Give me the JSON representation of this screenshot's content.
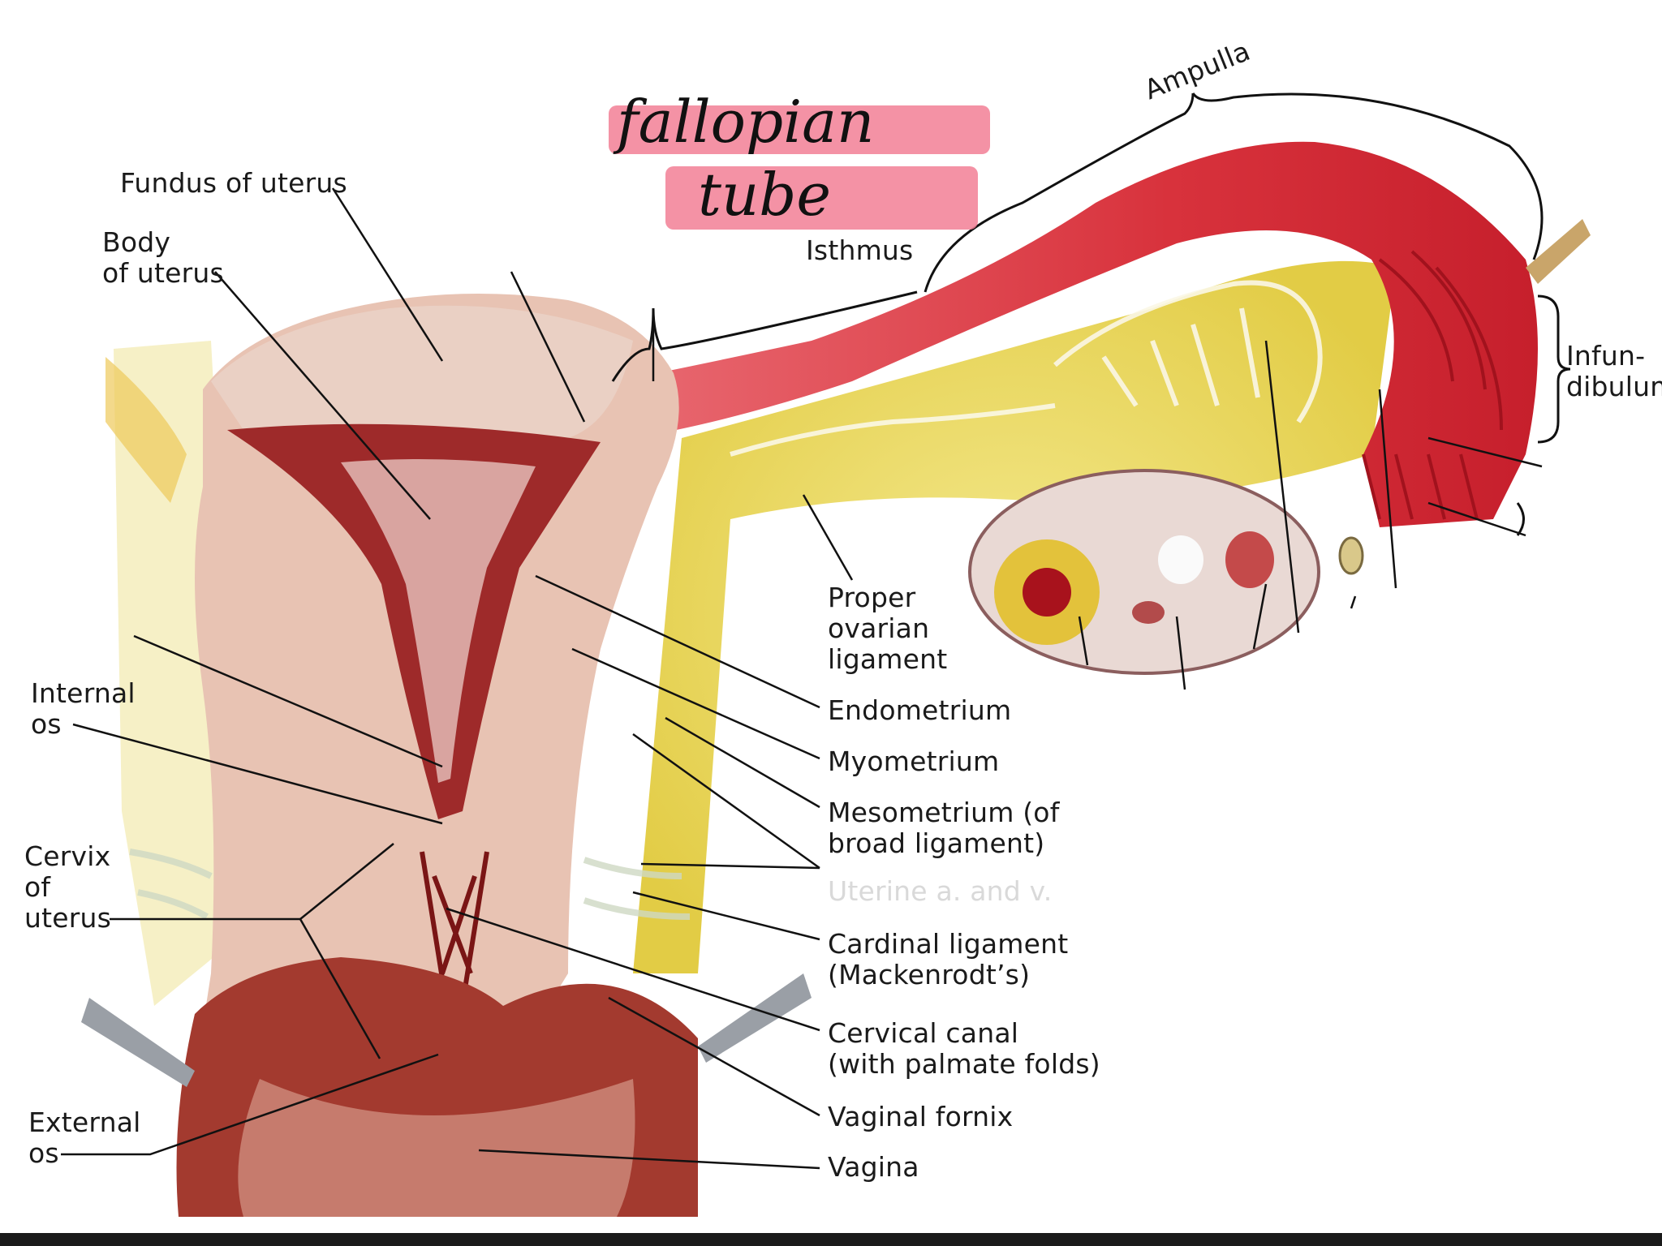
{
  "annotation": {
    "line1": "fallopian",
    "line2": "tube",
    "highlight_color": "#f27f95"
  },
  "labels": {
    "fundus": "Fundus of uterus",
    "body": "Body\nof uterus",
    "isthmus": "Isthmus",
    "ampulla": "Ampulla",
    "infundibulum": "Infun-\ndibulum",
    "proper_ovarian": "Proper\novarian\nligament",
    "endometrium": "Endometrium",
    "myometrium": "Myometrium",
    "mesometrium": "Mesometrium (of\nbroad ligament)",
    "uterine": "Uterine a. and v.",
    "cardinal": "Cardinal ligament\n(Mackenrodt’s)",
    "cervical_canal": "Cervical canal\n(with palmate folds)",
    "vaginal_fornix": "Vaginal fornix",
    "vagina": "Vagina",
    "internal_os": "Internal\nos",
    "cervix": "Cervix\nof\nuterus",
    "external_os": "External\nos"
  },
  "colors": {
    "tissue": "#e8c3b3",
    "tissue_dark": "#9e2a2a",
    "tube_red": "#d8323c",
    "ligament_yellow": "#f2e27a",
    "ovary": "#e9d9d4"
  }
}
